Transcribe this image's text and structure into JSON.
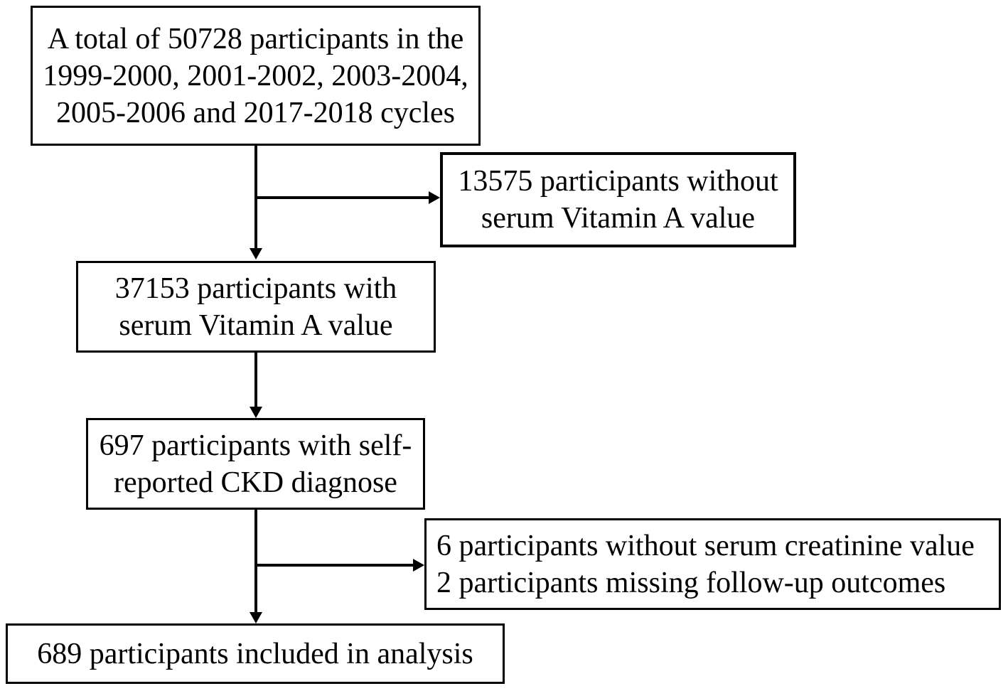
{
  "figure": {
    "type": "participant-flow-diagram",
    "background": "#ffffff",
    "line_color": "#000000",
    "text_color": "#000000"
  },
  "boxes": {
    "total": {
      "lines": [
        "A total of 50728 participants in the",
        "1999-2000, 2001-2002, 2003-2004,",
        "2005-2006 and 2017-2018 cycles"
      ]
    },
    "excluded_vitamin_a": {
      "lines": [
        "13575 participants without",
        "serum Vitamin A value"
      ]
    },
    "with_vitamin_a": {
      "lines": [
        "37153 participants with",
        "serum Vitamin A value"
      ]
    },
    "ckd_diagnose": {
      "lines": [
        "697 participants with self-",
        "reported CKD diagnose"
      ]
    },
    "excluded_followup": {
      "lines": [
        "6 participants without serum creatinine value",
        "2 participants missing follow-up outcomes"
      ]
    },
    "final_analysis": {
      "lines": [
        "689 participants included in analysis"
      ]
    }
  }
}
